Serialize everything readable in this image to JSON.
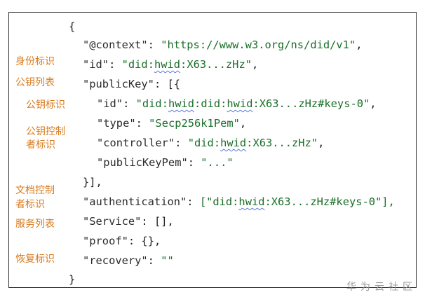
{
  "annotations": {
    "identity": "身份标识",
    "pubkey_list": "公钥列表",
    "pubkey_id": "公钥标识",
    "pubkey_controller_1": "公钥控制",
    "pubkey_controller_2": "者标识",
    "doc_controller_1": "文档控制",
    "doc_controller_2": "者标识",
    "service_list": "服务列表",
    "recovery_id": "恢复标识"
  },
  "code": {
    "open_brace": "{",
    "context_key": "\"@context\"",
    "context_val": "\"https://www.w3.org/ns/did/v1\"",
    "id_key": "\"id\"",
    "id_val_pre": "\"did:",
    "id_val_hw": "hwid",
    "id_val_post": ":X63...zHz\"",
    "pubkey_key": "\"publicKey\"",
    "pubkey_open": "[{",
    "pk_id_key": "\"id\"",
    "pk_id_val_pre": "\"did:",
    "pk_id_val_hw": "hwid",
    "pk_id_val_mid": ":did:",
    "pk_id_val_hw2": "hwid",
    "pk_id_val_post": ":X63...zHz#keys-0\"",
    "pk_type_key": "\"type\"",
    "pk_type_val": "\"Secp256k1Pem\"",
    "pk_controller_key": "\"controller\"",
    "pk_controller_val_pre": "\"did:",
    "pk_controller_val_hw": "hwid",
    "pk_controller_val_post": ":X63...zHz\"",
    "pk_pem_key": "\"publicKeyPem\"",
    "pk_pem_val": "\"...\"",
    "pubkey_close": "}],",
    "auth_key": "\"authentication\"",
    "auth_val_pre": "[\"did:",
    "auth_val_hw": "hwid",
    "auth_val_post": ":X63...zHz#keys-0\"],",
    "service_key": "\"Service\"",
    "service_val": "[],",
    "proof_key": "\"proof\"",
    "proof_val": "{},",
    "recovery_key": "\"recovery\"",
    "recovery_val": "\"\"",
    "close_brace": "}"
  },
  "watermark": "华为云社区"
}
